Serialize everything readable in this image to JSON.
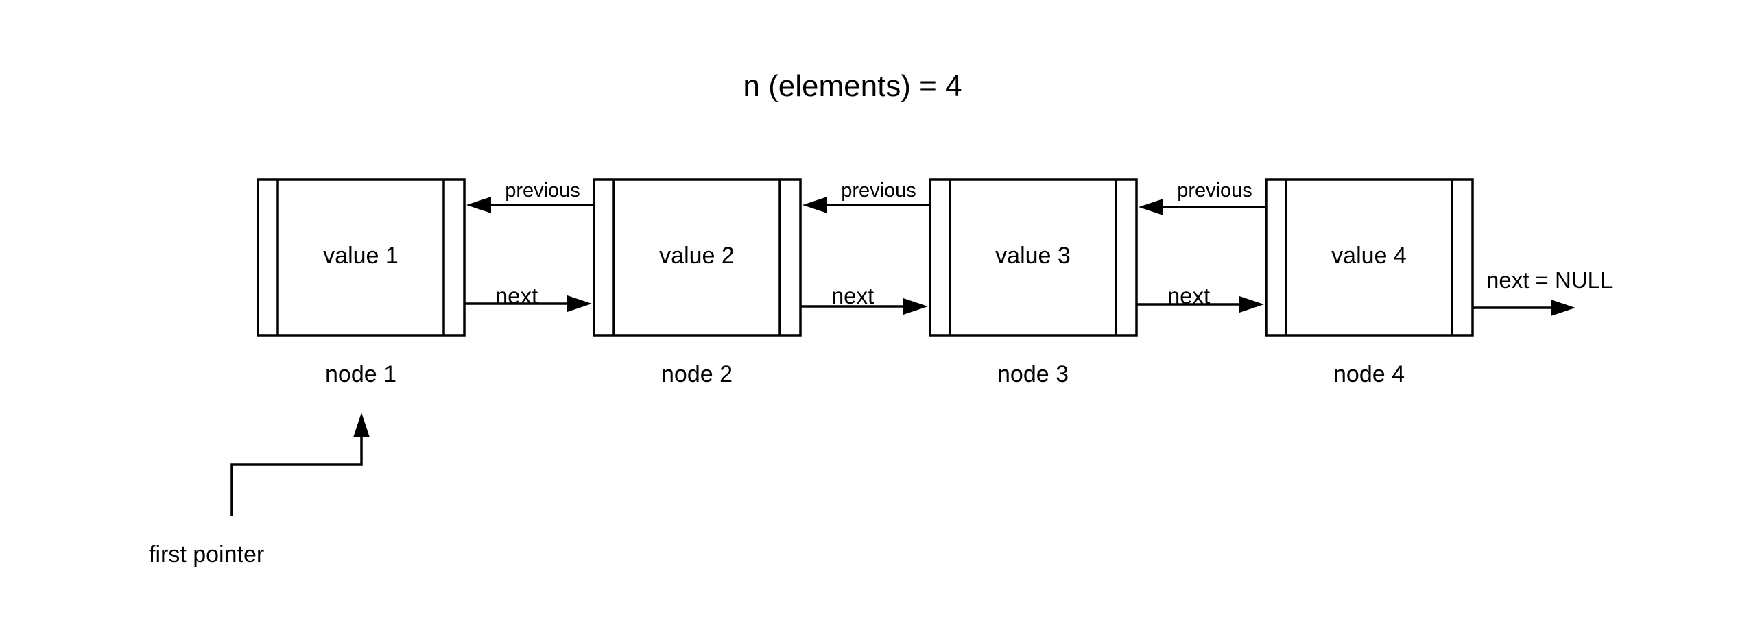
{
  "title": "n (elements) = 4",
  "nodes": [
    {
      "value": "value 1",
      "label": "node 1"
    },
    {
      "value": "value 2",
      "label": "node 2"
    },
    {
      "value": "value 3",
      "label": "node 3"
    },
    {
      "value": "value 4",
      "label": "node 4"
    }
  ],
  "links": {
    "previous_label": "previous",
    "next_label": "next",
    "null_next_label": "next = NULL"
  },
  "first_pointer_label": "first pointer"
}
